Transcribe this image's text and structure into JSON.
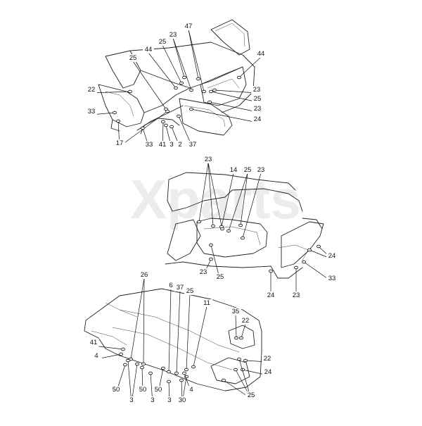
{
  "watermark": "Xparts",
  "views": [
    {
      "name": "front-view",
      "callouts": [
        "23",
        "47",
        "25",
        "44",
        "25",
        "44",
        "22",
        "23",
        "25",
        "33",
        "23",
        "24",
        "17",
        "33",
        "41",
        "3",
        "2",
        "37"
      ]
    },
    {
      "name": "side-view",
      "callouts": [
        "23",
        "14",
        "25",
        "23",
        "24",
        "33",
        "23",
        "25",
        "24",
        "23"
      ]
    },
    {
      "name": "underbody-view",
      "callouts": [
        "26",
        "6",
        "37",
        "25",
        "11",
        "35",
        "22",
        "41",
        "4",
        "22",
        "24",
        "50",
        "3",
        "50",
        "3",
        "50",
        "3",
        "30",
        "4",
        "25"
      ]
    }
  ]
}
